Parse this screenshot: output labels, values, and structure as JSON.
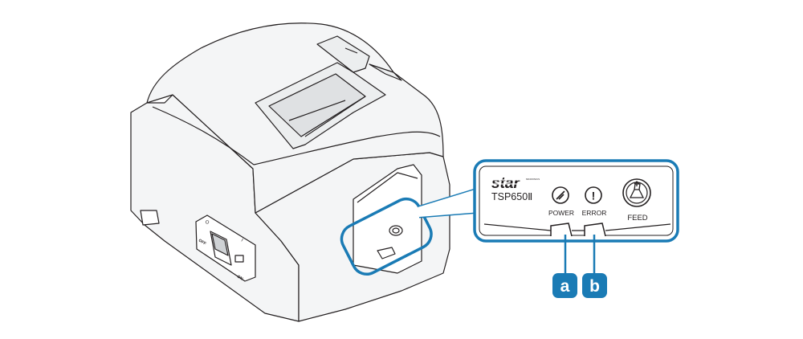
{
  "printer": {
    "switch_off_symbol": "O",
    "switch_on_symbol": "I",
    "switch_off_label": "OFF",
    "switch_on_label": "ON"
  },
  "panel": {
    "brand": "star",
    "brand_suffix": "MICRONICS",
    "model": "TSP650Ⅱ",
    "power_label": "POWER",
    "error_label": "ERROR",
    "feed_label": "FEED",
    "error_icon_glyph": "!"
  },
  "callouts": [
    {
      "letter": "a"
    },
    {
      "letter": "b"
    }
  ],
  "colors": {
    "accent": "#1a7bb5",
    "line": "#231f20",
    "body_fill": "#f4f5f6"
  }
}
